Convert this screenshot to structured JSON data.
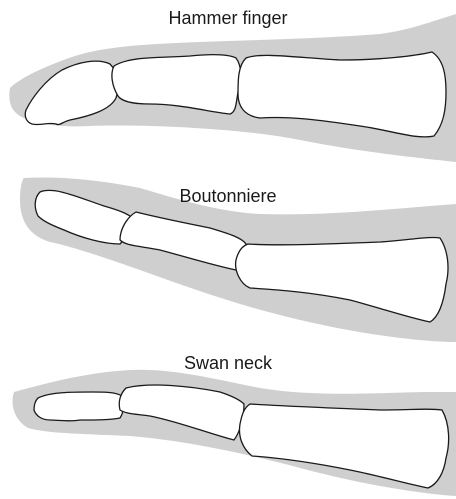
{
  "panels": [
    {
      "title": "Hammer finger"
    },
    {
      "title": "Boutonniere"
    },
    {
      "title": "Swan neck"
    }
  ],
  "colors": {
    "skin": "#cfcfcf",
    "bone_fill": "#ffffff",
    "outline": "#1a1a1a",
    "background": "#ffffff"
  }
}
